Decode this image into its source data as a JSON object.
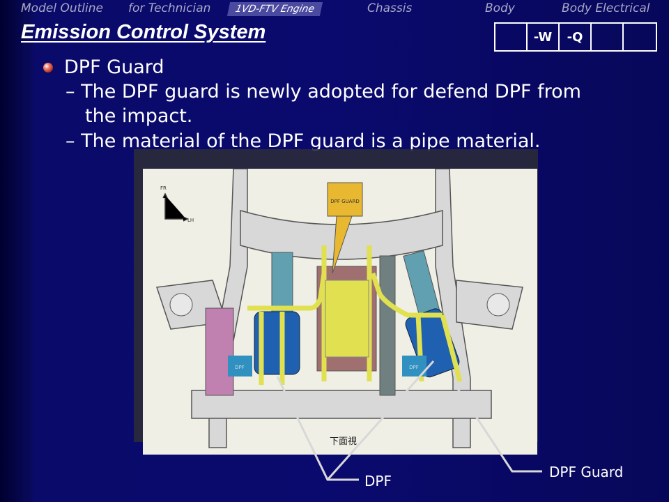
{
  "nav": {
    "items": [
      "Model Outline",
      "for Technician",
      "1VD-FTV Engine",
      "Chassis",
      "Body",
      "Body Electrical"
    ],
    "active": "1VD-FTV Engine"
  },
  "header": {
    "title": "Emission Control System",
    "code_boxes": [
      "",
      "-W",
      "-Q",
      "",
      ""
    ]
  },
  "content": {
    "heading": "DPF Guard",
    "lines": [
      "– The DPF guard is newly adopted for defend DPF from",
      "the impact.",
      "– The material of the DPF guard is a pipe material."
    ]
  },
  "diagram": {
    "compass_fr": "FR",
    "compass_lh": "LH",
    "guard_callout": "DPF GUARD",
    "dpf_left": "DPF",
    "dpf_right": "DPF",
    "view_label": "下面視"
  },
  "callouts": {
    "dpf": "DPF",
    "dpf_guard": "DPF Guard"
  },
  "colors": {
    "guard": "#e0e050",
    "dpf": "#2060b0",
    "background": "#0a0a6a"
  }
}
